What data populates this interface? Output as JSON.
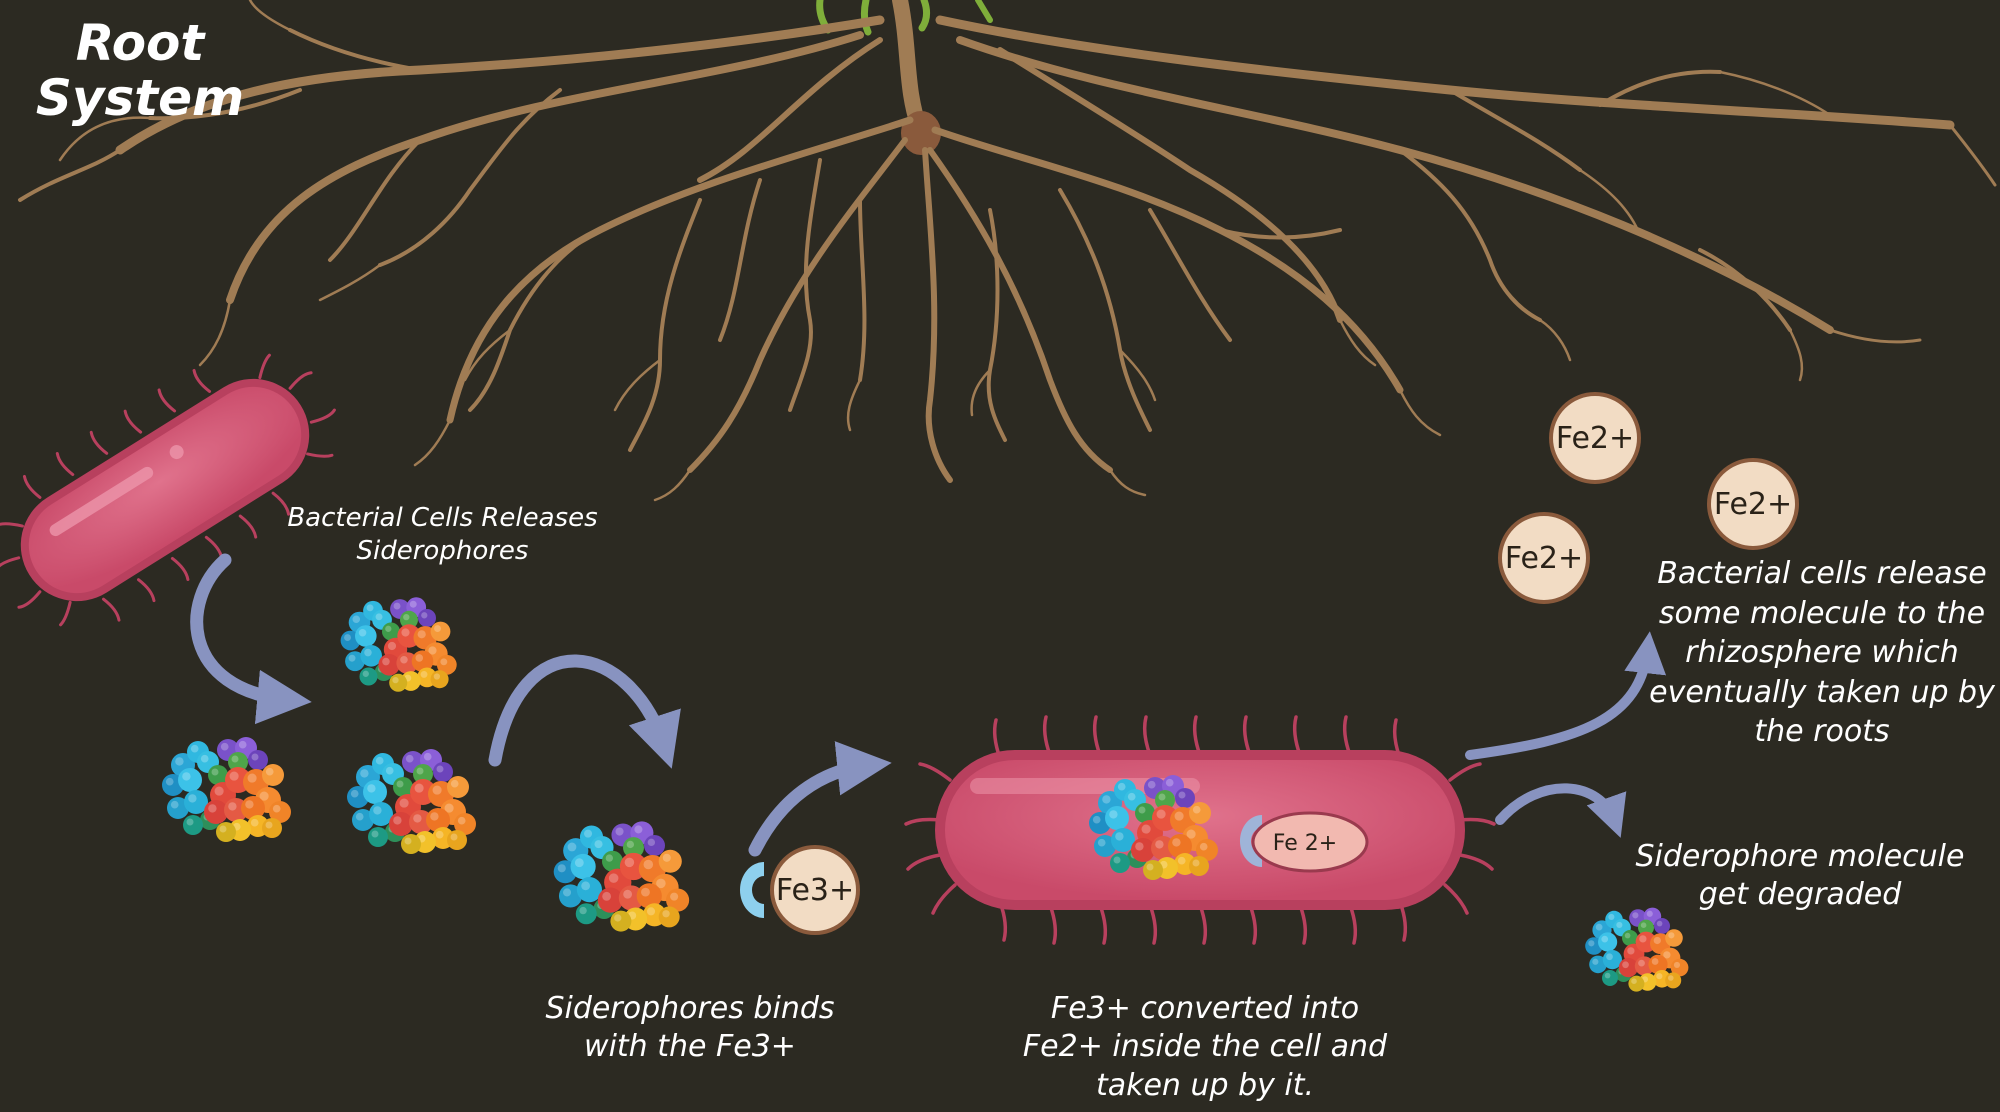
{
  "title": {
    "line1": "Root",
    "line2": "System"
  },
  "labels": {
    "release": {
      "line1": "Bacterial Cells Releases",
      "line2": "Siderophores"
    },
    "binds": {
      "line1": "Siderophores binds",
      "line2": "with the Fe3+"
    },
    "converted": {
      "line1": "Fe3+ converted into",
      "line2": "Fe2+ inside the cell and",
      "line3": "taken up by it."
    },
    "rhizosphere": {
      "line1": "Bacterial cells release",
      "line2": "some molecule to the",
      "line3": "rhizosphere which",
      "line4": "eventually taken up by",
      "line5": "the roots"
    },
    "degraded": {
      "line1": "Siderophore molecule",
      "line2": "get degraded"
    }
  },
  "ions": {
    "fe3": "Fe3+",
    "fe2_inside": "Fe 2+",
    "fe2_a": "Fe2+",
    "fe2_b": "Fe2+",
    "fe2_c": "Fe2+"
  },
  "colors": {
    "background": "#2c2a22",
    "root": "#a07c54",
    "bacterium": "#d65a78",
    "arrow": "#8893c0",
    "ion_fill": "#f2dcc4",
    "receptor": "#8ed0ee"
  }
}
